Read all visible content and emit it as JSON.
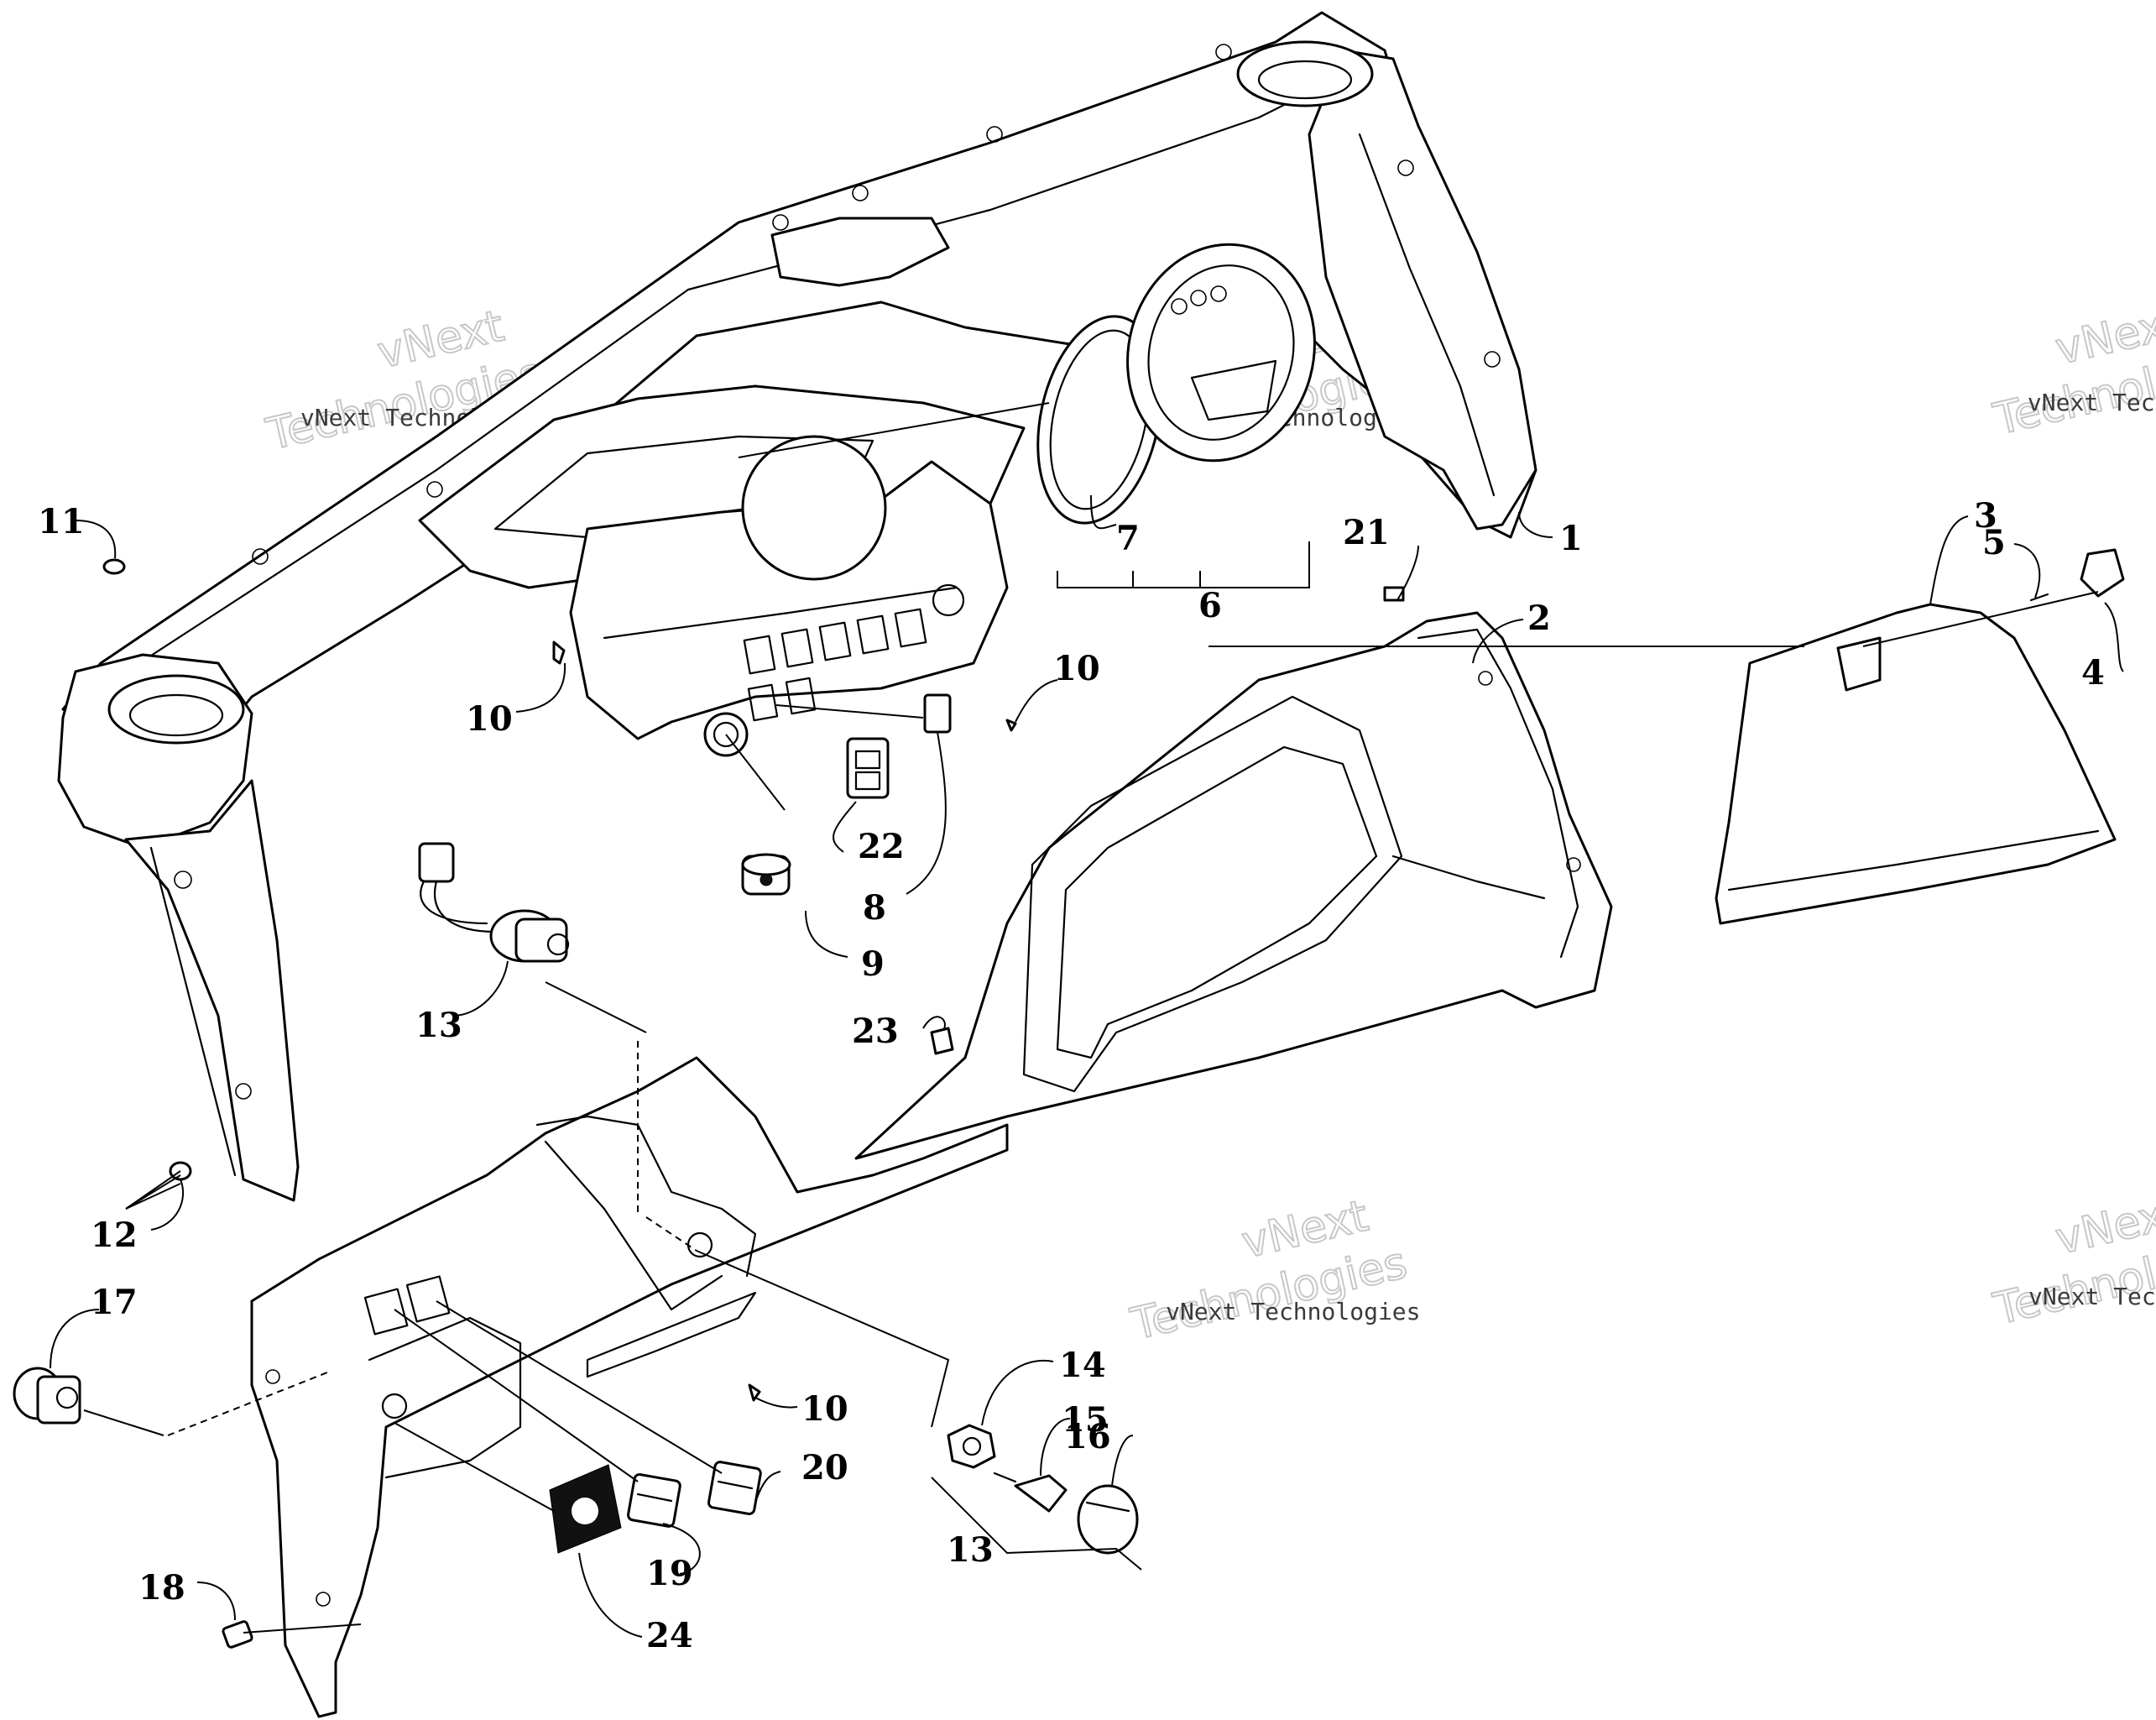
{
  "watermark": {
    "line1": "vNext",
    "line2": "Technologies",
    "full": "vNext Technologies"
  },
  "callouts": [
    {
      "id": "c1",
      "text": "1"
    },
    {
      "id": "c2",
      "text": "2"
    },
    {
      "id": "c3",
      "text": "3"
    },
    {
      "id": "c4",
      "text": "4"
    },
    {
      "id": "c5",
      "text": "5"
    },
    {
      "id": "c6",
      "text": "6"
    },
    {
      "id": "c7",
      "text": "7"
    },
    {
      "id": "c8",
      "text": "8"
    },
    {
      "id": "c9",
      "text": "9"
    },
    {
      "id": "c10a",
      "text": "10"
    },
    {
      "id": "c10b",
      "text": "10"
    },
    {
      "id": "c10c",
      "text": "10"
    },
    {
      "id": "c11",
      "text": "11"
    },
    {
      "id": "c12",
      "text": "12"
    },
    {
      "id": "c13a",
      "text": "13"
    },
    {
      "id": "c13b",
      "text": "13"
    },
    {
      "id": "c14",
      "text": "14"
    },
    {
      "id": "c15",
      "text": "15"
    },
    {
      "id": "c16",
      "text": "16"
    },
    {
      "id": "c17",
      "text": "17"
    },
    {
      "id": "c18",
      "text": "18"
    },
    {
      "id": "c19",
      "text": "19"
    },
    {
      "id": "c20",
      "text": "20"
    },
    {
      "id": "c21",
      "text": "21"
    },
    {
      "id": "c22",
      "text": "22"
    },
    {
      "id": "c23",
      "text": "23"
    },
    {
      "id": "c24",
      "text": "24"
    }
  ]
}
